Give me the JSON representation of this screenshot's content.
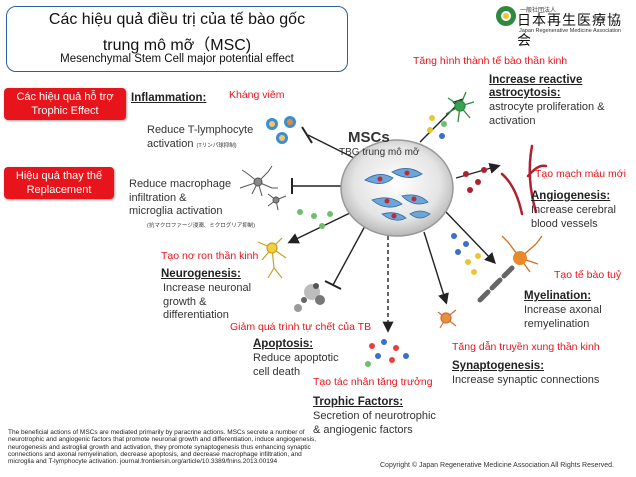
{
  "title": {
    "line1": "Các hiệu quả điều trị của tế bào gốc",
    "line2": "trung mô mỡ（MSC)",
    "line3": "Mesenchymal Stem Cell major potential effect"
  },
  "logo": {
    "small": "一般社団法人",
    "main": "日本再生医療協会",
    "sub": "Japan Regenerative Medicine Association"
  },
  "side_buttons": {
    "trophic_line1": "Các hiệu quả hỗ trợ",
    "trophic_line2": "Trophic Effect",
    "replace_line1": "Hiệu quả thay thế",
    "replace_line2": "Replacement"
  },
  "center": {
    "label": "MSCs",
    "sublabel": "TBG trung mô mỡ"
  },
  "effects": {
    "inflammation": {
      "vn": "Kháng viêm",
      "head": "Inflammation:"
    },
    "tcell": {
      "line1": "Reduce T-lymphocyte",
      "line2": "activation",
      "jp": "(Tリンパ球抑制)"
    },
    "macro": {
      "line1": "Reduce macrophage",
      "line2": "infiltration &",
      "line3": "microglia activation",
      "jp": "(抗マクロファージ浸潤、ミクログリア抑制)"
    },
    "neuro": {
      "vn": "Tạo nơ ron thần kinh",
      "head": "Neurogenesis:",
      "line1": "Increase neuronal",
      "line2": "growth &",
      "line3": "differentiation"
    },
    "apoptosis": {
      "vn": "Giảm quá trình tự chết của TB",
      "head": "Apoptosis:",
      "line1": "Reduce apoptotic",
      "line2": "cell death"
    },
    "trophic": {
      "vn": "Tạo tác nhân tăng trưởng",
      "head": "Trophic Factors:",
      "line1": "Secretion of neurotrophic",
      "line2": "& angiogenic factors"
    },
    "astro": {
      "vn": "Tăng hình thành tế bào thần kinh",
      "head": "Increase reactive",
      "head2": "astrocytosis:",
      "line1": "astrocyte proliferation &",
      "line2": "activation"
    },
    "angio": {
      "vn": "Tạo mạch máu mới",
      "head": "Angiogenesis:",
      "line1": "Increase cerebral",
      "line2": "blood vessels"
    },
    "myelin": {
      "vn": "Tạo tế bào tuỷ",
      "head": "Myelination:",
      "line1": "Increase axonal",
      "line2": "remyelination"
    },
    "synapto": {
      "vn": "Tăng dẫn truyền xung thần kinh",
      "head": "Synaptogenesis:",
      "line1": "Increase synaptic connections"
    }
  },
  "reference": "The beneficial actions of MSCs are mediated primarily by paracrine actions. MSCs secrete a number of neurotrophic and angiogenic factors that promote neuronal growth and differentiation, induce angiogenesis, neurogenesis and astroglial growth and activation, they promote synaptogenesis thus enhancing synaptic connections and axonal remyelination, decrease apoptosis, and decrease macrophage infiltration, and microglia and T-lymphocyte activation. journal.frontiersin.org/article/10.3389/fnins.2013.00194",
  "copyright": "Copyright © Japan Regenerative Medicine Association All Rights Reserved."
}
